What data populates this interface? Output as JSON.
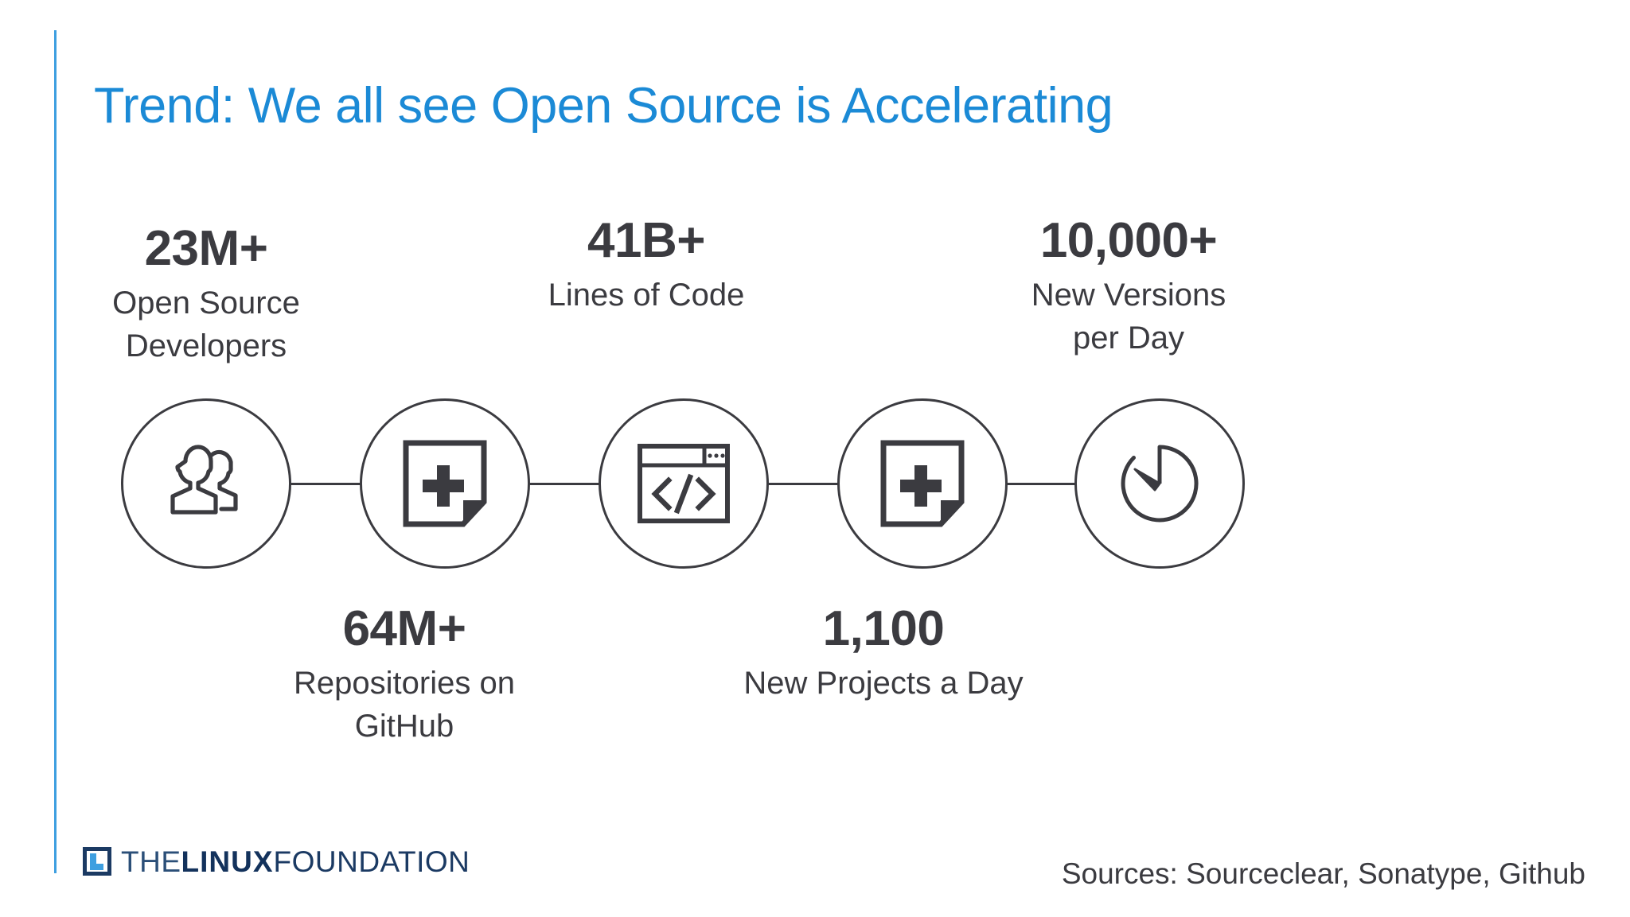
{
  "slide": {
    "title": "Trend: We all see Open Source is Accelerating",
    "accent_color": "#1b8ad6",
    "text_color": "#3b3b40",
    "background": "#ffffff"
  },
  "stats": [
    {
      "id": "open-source-developers",
      "value": "23M+",
      "label_line1": "Open Source",
      "label_line2": "Developers",
      "icon": "people-icon",
      "position": "above"
    },
    {
      "id": "repositories-on-github",
      "value": "64M+",
      "label_line1": "Repositories on",
      "label_line2": "GitHub",
      "icon": "new-document-icon",
      "position": "below"
    },
    {
      "id": "lines-of-code",
      "value": "41B+",
      "label_line1": "Lines of Code",
      "label_line2": "",
      "icon": "code-window-icon",
      "position": "above"
    },
    {
      "id": "new-projects-a-day",
      "value": "1,100",
      "label_line1": "New Projects a Day",
      "label_line2": "",
      "icon": "new-document-icon",
      "position": "below"
    },
    {
      "id": "new-versions-per-day",
      "value": "10,000+",
      "label_line1": "New Versions",
      "label_line2": "per Day",
      "icon": "stopwatch-icon",
      "position": "above"
    }
  ],
  "footer": {
    "logo": {
      "the": "THE",
      "linux": "LINUX",
      "foundation": "FOUNDATION",
      "mark_color": "#3e9fe0",
      "text_color": "#1b3a63"
    },
    "sources": "Sources: Sourceclear, Sonatype, Github"
  }
}
